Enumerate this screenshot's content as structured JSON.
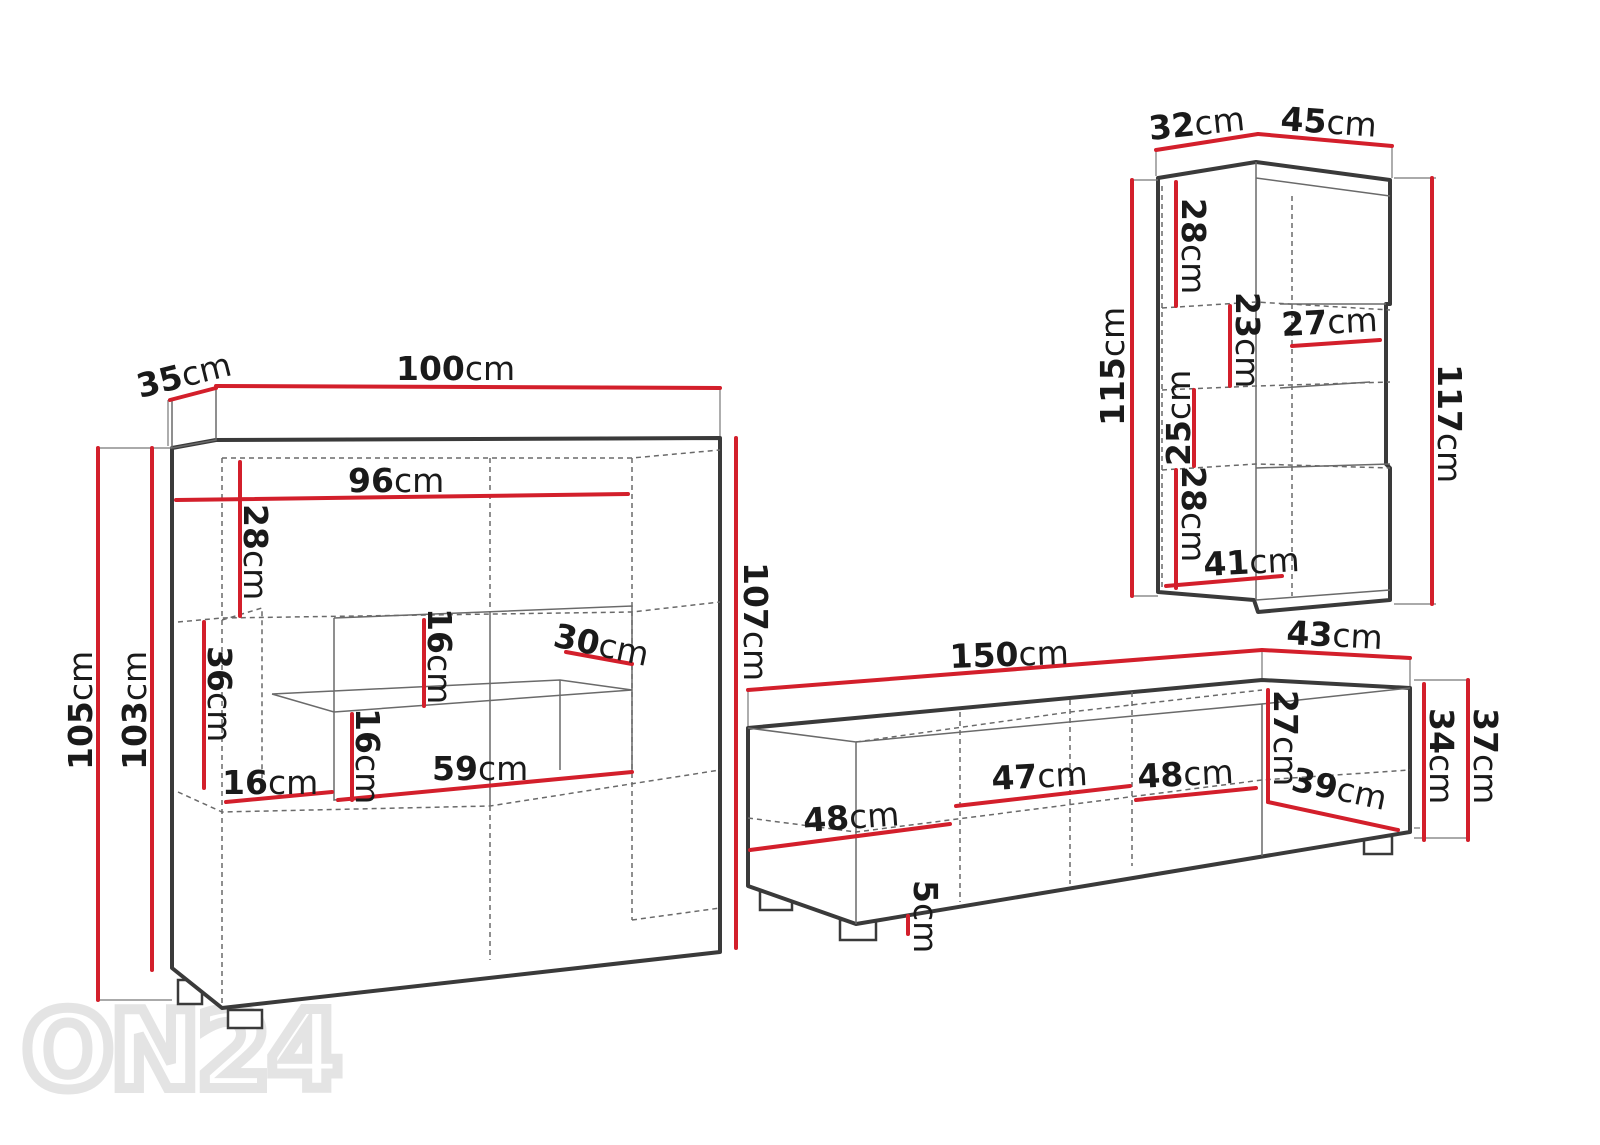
{
  "colors": {
    "dimension_line": "#d31f2b",
    "outline": "#3a3a3a",
    "watermark": "#e4e4e4"
  },
  "watermark": "ON24",
  "unit": "cm",
  "dimensions": {
    "highboard": {
      "depth": "35",
      "width": "100",
      "inner_width": "96",
      "top_shelf_height": "28",
      "middle_height": "36",
      "open_shelf_upper": "16",
      "open_shelf_lower": "16",
      "open_depth": "30",
      "open_width": "59",
      "side_gap": "16",
      "height_front": "105",
      "height_inner": "103",
      "height_back": "107"
    },
    "wall_cabinet": {
      "depth": "32",
      "width": "45",
      "shelf_1": "28",
      "shelf_2": "23",
      "shelf_3": "25",
      "shelf_4": "28",
      "shelf_depth": "27",
      "inner_width": "41",
      "height_front": "115",
      "height_back": "117"
    },
    "tv_stand": {
      "width": "150",
      "depth": "43",
      "section_left": "48",
      "section_middle": "47",
      "section_right": "48",
      "compartment_height": "27",
      "compartment_depth": "39",
      "height_front": "34",
      "height_back": "37",
      "leg_height": "5"
    }
  }
}
